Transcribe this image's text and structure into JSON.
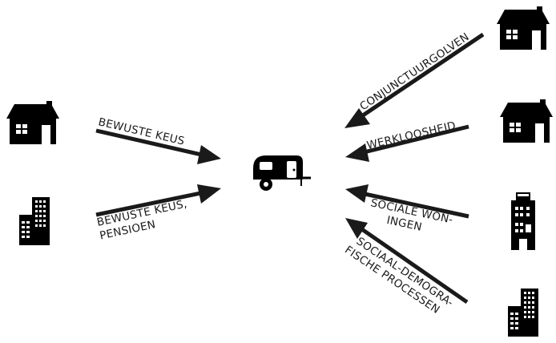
{
  "colors": {
    "background": "#ffffff",
    "ink": "#000000",
    "arrow": "#1a1a1a"
  },
  "icons": {
    "center": "caravan-icon",
    "left": [
      "house-icon",
      "apartment-building-icon"
    ],
    "right": [
      "house-icon",
      "house-icon",
      "townhouse-icon",
      "apartment-building-icon"
    ]
  },
  "left_arrows": [
    {
      "lines": [
        "BEWUSTE KEUS"
      ]
    },
    {
      "lines": [
        "BEWUSTE KEUS,",
        "PENSIOEN"
      ]
    }
  ],
  "right_arrows": [
    {
      "lines": [
        "CONJUNCTUURGOLVEN"
      ]
    },
    {
      "lines": [
        "WERKLOOSHEID"
      ]
    },
    {
      "lines": [
        "SOCIALE WON-",
        "INGEN"
      ]
    },
    {
      "lines": [
        "SOCIAAL-DEMOGRA-",
        "FISCHE PROCESSEN"
      ]
    }
  ]
}
